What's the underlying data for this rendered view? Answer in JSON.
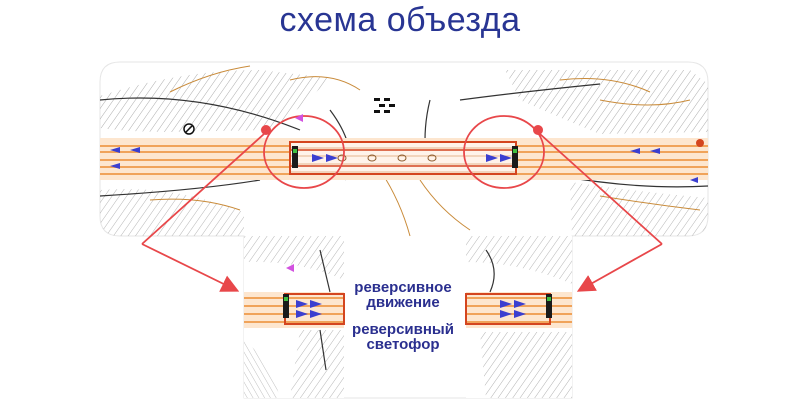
{
  "title": "схема объезда",
  "legend": {
    "reverse_traffic": [
      "реверсивное",
      "движение"
    ],
    "reverse_signal": [
      "реверсивный",
      "светофор"
    ]
  },
  "colors": {
    "title": "#283593",
    "legend": "#2a2f8f",
    "road_stripe": "#f0a35a",
    "bridge_deck": "#d4451f",
    "arrow_lane": "#3b3fd0",
    "callout": "#e8474a",
    "terrain": "#c98b3a",
    "hatch": "#9a9a9a"
  }
}
